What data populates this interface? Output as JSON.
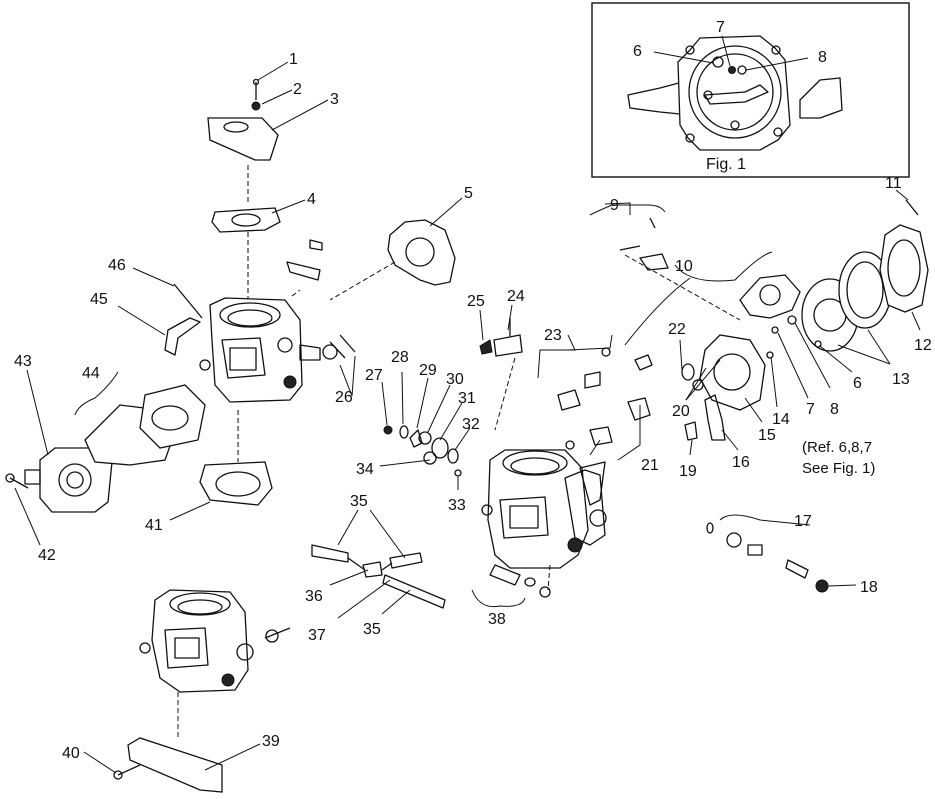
{
  "inset": {
    "title": "Fig. 1",
    "callouts": [
      "6",
      "7",
      "8"
    ]
  },
  "note": {
    "line1": "(Ref. 6,8,7",
    "line2": "See Fig. 1)"
  },
  "callouts": [
    {
      "id": "c1",
      "label": "1"
    },
    {
      "id": "c2",
      "label": "2"
    },
    {
      "id": "c3",
      "label": "3"
    },
    {
      "id": "c4",
      "label": "4"
    },
    {
      "id": "c5",
      "label": "5"
    },
    {
      "id": "c9",
      "label": "9"
    },
    {
      "id": "c10",
      "label": "10"
    },
    {
      "id": "c11",
      "label": "11"
    },
    {
      "id": "c12",
      "label": "12"
    },
    {
      "id": "c13",
      "label": "13"
    },
    {
      "id": "c6b",
      "label": "6"
    },
    {
      "id": "c8b",
      "label": "8"
    },
    {
      "id": "c7b",
      "label": "7"
    },
    {
      "id": "c14",
      "label": "14"
    },
    {
      "id": "c15",
      "label": "15"
    },
    {
      "id": "c16",
      "label": "16"
    },
    {
      "id": "c17",
      "label": "17"
    },
    {
      "id": "c18",
      "label": "18"
    },
    {
      "id": "c19",
      "label": "19"
    },
    {
      "id": "c20",
      "label": "20"
    },
    {
      "id": "c21",
      "label": "21"
    },
    {
      "id": "c22",
      "label": "22"
    },
    {
      "id": "c23",
      "label": "23"
    },
    {
      "id": "c24",
      "label": "24"
    },
    {
      "id": "c25",
      "label": "25"
    },
    {
      "id": "c26",
      "label": "26"
    },
    {
      "id": "c27",
      "label": "27"
    },
    {
      "id": "c28",
      "label": "28"
    },
    {
      "id": "c29",
      "label": "29"
    },
    {
      "id": "c30",
      "label": "30"
    },
    {
      "id": "c31",
      "label": "31"
    },
    {
      "id": "c32",
      "label": "32"
    },
    {
      "id": "c33",
      "label": "33"
    },
    {
      "id": "c34",
      "label": "34"
    },
    {
      "id": "c35a",
      "label": "35"
    },
    {
      "id": "c35b",
      "label": "35"
    },
    {
      "id": "c36",
      "label": "36"
    },
    {
      "id": "c37",
      "label": "37"
    },
    {
      "id": "c38",
      "label": "38"
    },
    {
      "id": "c39",
      "label": "39"
    },
    {
      "id": "c40",
      "label": "40"
    },
    {
      "id": "c41",
      "label": "41"
    },
    {
      "id": "c42",
      "label": "42"
    },
    {
      "id": "c43",
      "label": "43"
    },
    {
      "id": "c44",
      "label": "44"
    },
    {
      "id": "c45",
      "label": "45"
    },
    {
      "id": "c46",
      "label": "46"
    }
  ]
}
